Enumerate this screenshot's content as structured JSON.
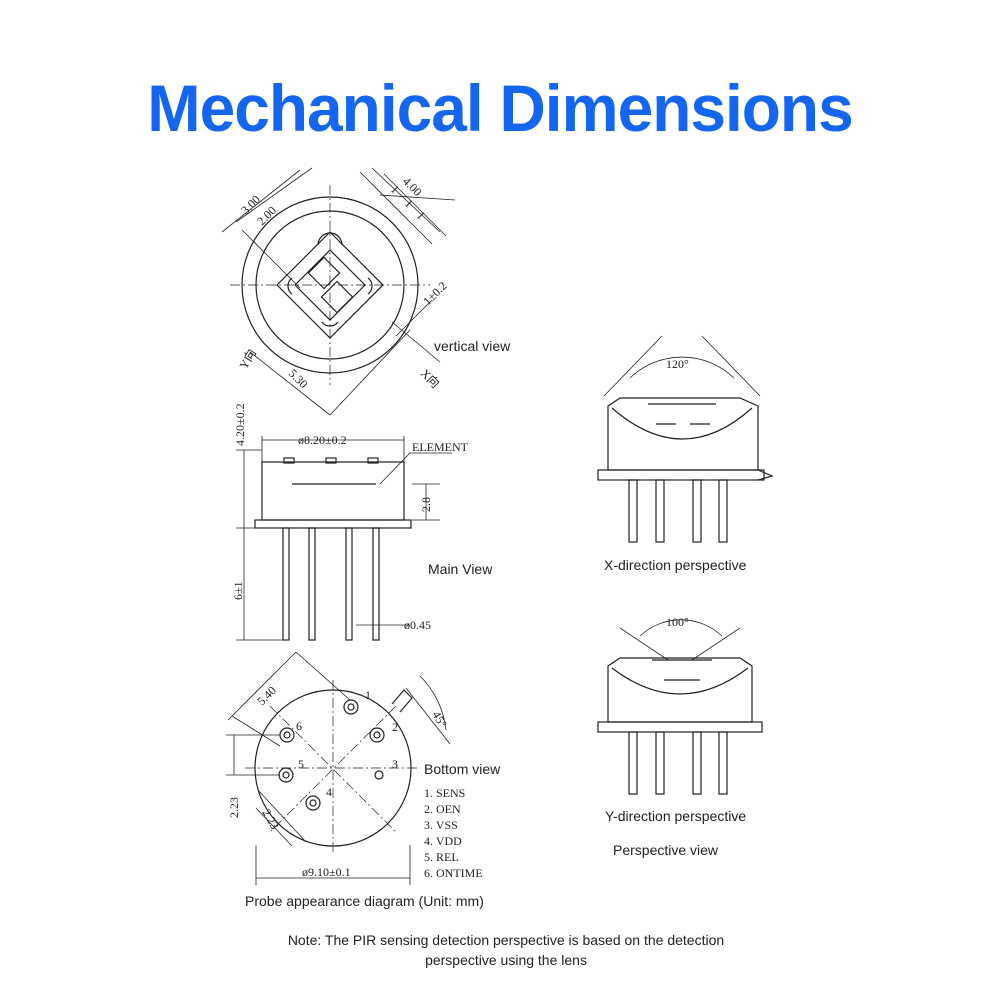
{
  "title": "Mechanical Dimensions",
  "views": {
    "vertical": "vertical view",
    "main": "Main View",
    "bottom": "Bottom view",
    "x_dir": "X-direction perspective",
    "y_dir": "Y-direction perspective",
    "perspective": "Perspective view"
  },
  "dimensions": {
    "d300": "3.00",
    "d200": "2.00",
    "d400": "4.00",
    "d1a": "1",
    "d1b": "1",
    "d1c": "1",
    "d1pm": "1±0.2",
    "d530": "5.30",
    "ydir": "Y向",
    "xdir": "X向",
    "h420": "4.20±0.2",
    "dia820": "ø8.20±0.2",
    "element": "ELEMENT",
    "h28": "2.8",
    "h6": "6±1",
    "dia045": "ø0.45",
    "d540": "5.40",
    "angle45": "45°",
    "d223a": "2.23",
    "d223b": "2.23",
    "dia910": "ø9.10±0.1"
  },
  "angles": {
    "x_fov": "120°",
    "y_fov": "100°"
  },
  "pin_numbers": [
    "1",
    "2",
    "3",
    "4",
    "5",
    "6"
  ],
  "pin_list": [
    "1. SENS",
    "2. OEN",
    "3. VSS",
    "4. VDD",
    "5. REL",
    "6. ONTIME"
  ],
  "caption": "Probe appearance diagram (Unit: mm)",
  "note_line1": "Note: The PIR sensing detection perspective is based on the detection",
  "note_line2": "perspective using the lens"
}
